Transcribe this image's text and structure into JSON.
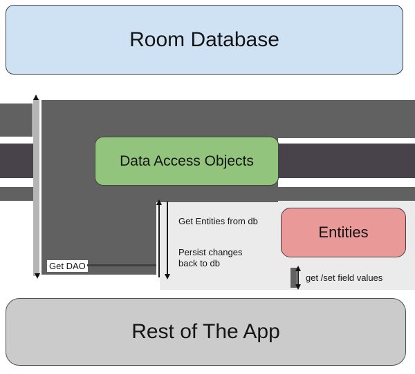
{
  "diagram": {
    "nodes": {
      "room": {
        "label": "Room Database",
        "fill": "#cfe2f3"
      },
      "dao": {
        "label": "Data Access Objects",
        "fill": "#93c47d"
      },
      "entities": {
        "label": "Entities",
        "fill": "#ea9999"
      },
      "rest": {
        "label": "Rest of The App",
        "fill": "#cbcbcb"
      }
    },
    "annotations": {
      "get_dao": "Get DAO",
      "get_entities": "Get Entities from db",
      "persist_changes": "Persist changes back to db",
      "get_set": "get /set field values"
    },
    "colors": {
      "block_gray": "#616161",
      "band_dark": "#48434b",
      "strip_gray": "#b5b5b5",
      "panel_gray": "#ebebeb",
      "arrow_black": "#1a1a1a"
    }
  }
}
